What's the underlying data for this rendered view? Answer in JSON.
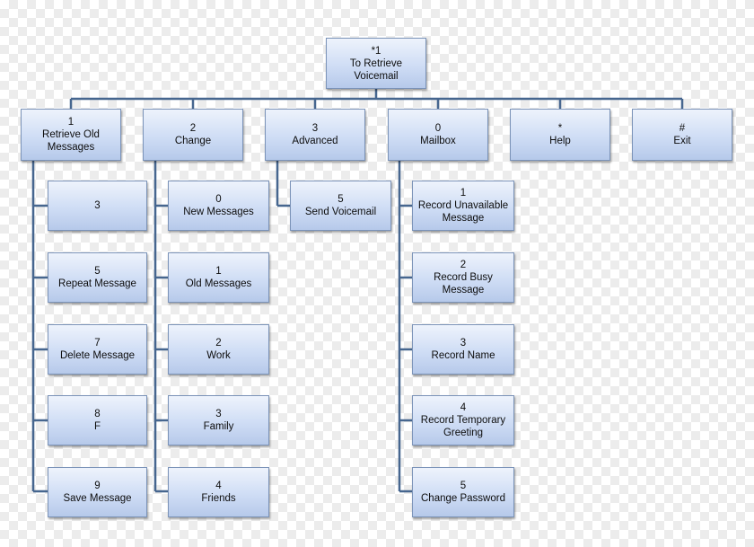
{
  "root": {
    "key": "*1",
    "label": "To Retrieve Voicemail"
  },
  "top": [
    {
      "key": "1",
      "label": "Retrieve Old Messages"
    },
    {
      "key": "2",
      "label": "Change"
    },
    {
      "key": "3",
      "label": "Advanced"
    },
    {
      "key": "0",
      "label": "Mailbox"
    },
    {
      "key": "*",
      "label": "Help"
    },
    {
      "key": "#",
      "label": "Exit"
    }
  ],
  "retrieve_old": [
    {
      "key": "3",
      "label": ""
    },
    {
      "key": "5",
      "label": "Repeat Message"
    },
    {
      "key": "7",
      "label": "Delete Message"
    },
    {
      "key": "8",
      "label": "F"
    },
    {
      "key": "9",
      "label": "Save Message"
    }
  ],
  "change": [
    {
      "key": "0",
      "label": "New Messages"
    },
    {
      "key": "1",
      "label": "Old Messages"
    },
    {
      "key": "2",
      "label": "Work"
    },
    {
      "key": "3",
      "label": "Family"
    },
    {
      "key": "4",
      "label": "Friends"
    }
  ],
  "advanced": [
    {
      "key": "5",
      "label": "Send Voicemail"
    }
  ],
  "mailbox": [
    {
      "key": "1",
      "label": "Record Unavailable Message"
    },
    {
      "key": "2",
      "label": "Record Busy Message"
    },
    {
      "key": "3",
      "label": "Record Name"
    },
    {
      "key": "4",
      "label": "Record Temporary Greeting"
    },
    {
      "key": "5",
      "label": "Change Password"
    }
  ]
}
